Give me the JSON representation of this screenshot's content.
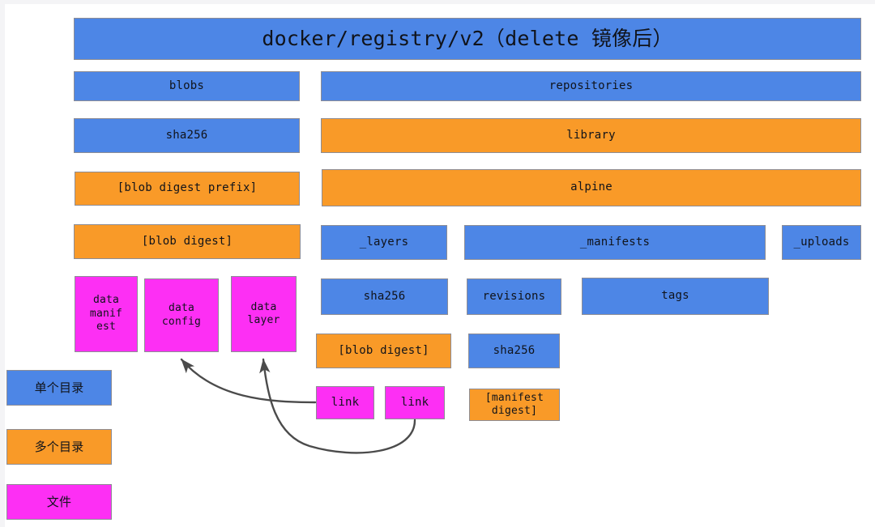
{
  "diagram": {
    "title": "docker/registry/v2（delete 镜像后）",
    "colors": {
      "single_directory": "#4d86e6",
      "multiple_directories": "#f99a28",
      "file": "#fd2ff4",
      "border": "#8d8d95",
      "arrow": "#4b4b4b",
      "background": "#ffffff"
    },
    "nodes": {
      "root": "docker/registry/v2（delete 镜像后）",
      "blobs": "blobs",
      "repositories": "repositories",
      "blobs_sha256": "sha256",
      "library": "library",
      "blob_digest_prefix": "[blob digest prefix]",
      "alpine": "alpine",
      "blob_digest": "[blob digest]",
      "layers": "_layers",
      "manifests": "_manifests",
      "uploads": "_uploads",
      "data_manifest": "data\nmanif\nest",
      "data_config": "data\nconfig",
      "data_layer": "data\nlayer",
      "layers_sha256": "sha256",
      "revisions": "revisions",
      "tags": "tags",
      "layers_blob_digest": "[blob digest]",
      "revisions_sha256": "sha256",
      "link_config": "link",
      "link_layer": "link",
      "manifest_digest": "[manifest\ndigest]"
    },
    "legend": [
      {
        "label": "单个目录",
        "type": "single-directory"
      },
      {
        "label": "多个目录",
        "type": "multiple-directories"
      },
      {
        "label": "文件",
        "type": "file"
      }
    ],
    "edges": [
      {
        "from": "link_config",
        "to": "data_config",
        "style": "curved-arrow"
      },
      {
        "from": "link_layer",
        "to": "data_layer",
        "style": "curved-arrow"
      }
    ]
  }
}
